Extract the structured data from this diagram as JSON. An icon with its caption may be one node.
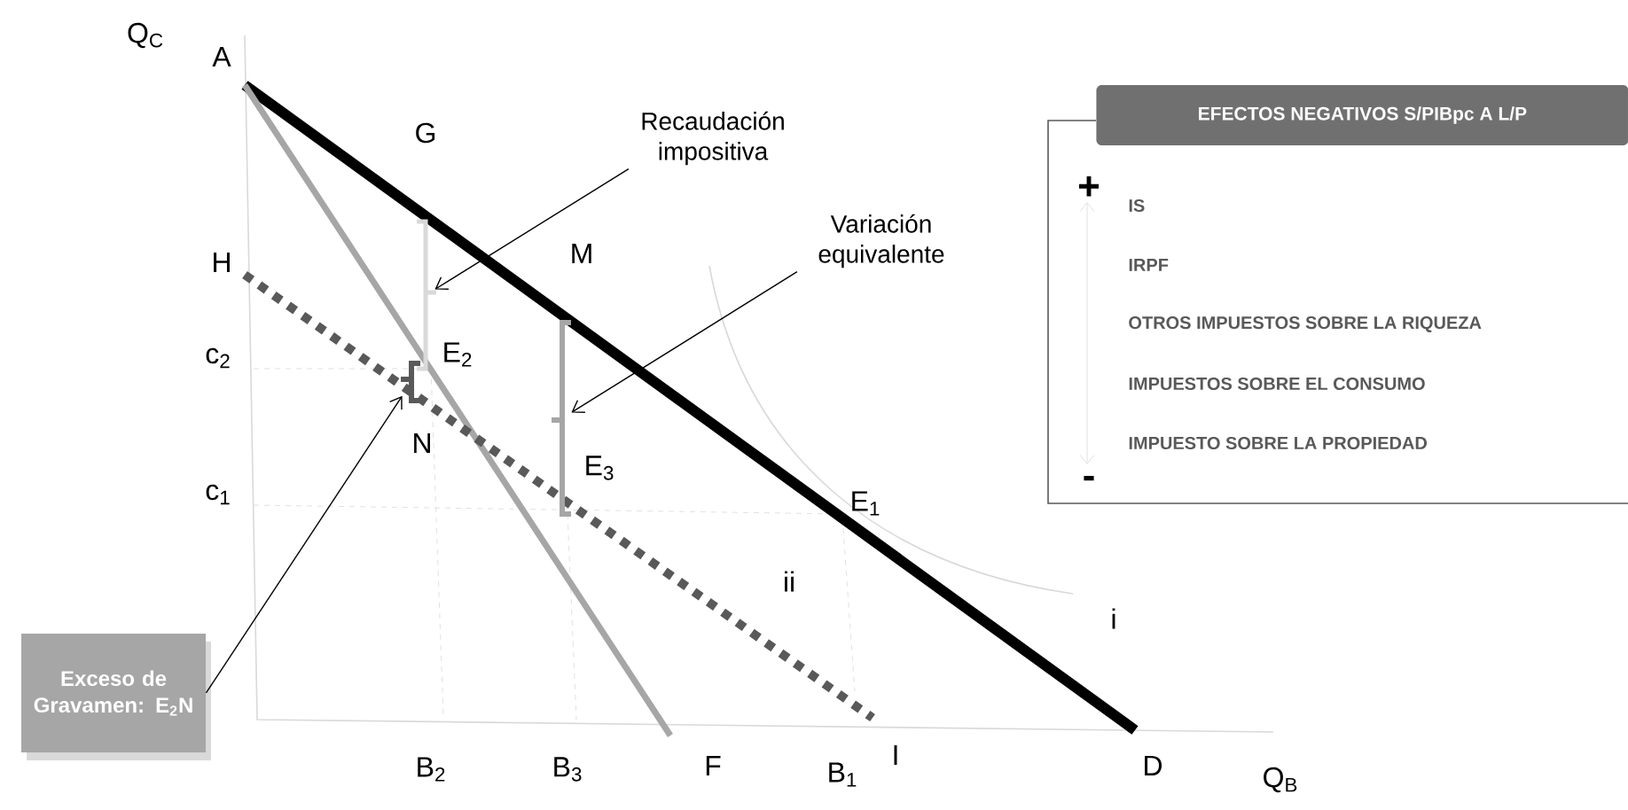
{
  "diagram": {
    "nodes": [
      {
        "text": [
          "Recaudación impositiva"
        ]
      },
      {
        "text": [],
        "shape": "brace"
      },
      {
        "text": [
          "Variación equivalente"
        ]
      },
      {
        "text": [],
        "shape": "brace"
      },
      {
        "text": [
          "Exceso de Gravamen: E$_{2}$N"
        ]
      },
      {
        "text": [],
        "shape": "brace"
      },
      {
        "text": [
          "EFECTOS NEGATIVOS S/PIBpc A L/P",
          "IS",
          "IRPF",
          "OTROS IMPUESTOS SOBRE LA RIQUEZA",
          "IMPUESTOS SOBRE EL CONSUMO",
          "IMPUESTO SOBRE LA PROPIEDAD"
        ]
      }
    ],
    "edges": [
      {
        "from": 0,
        "to": 1,
        "arrow": "to"
      },
      {
        "from": 2,
        "to": 3,
        "arrow": "to"
      },
      {
        "from": 4,
        "to": 5,
        "arrow": "to"
      }
    ],
    "labels": [
      "Q$_{C}$",
      "A",
      "G",
      "H",
      "M",
      "c$_{2}$",
      "E$_{2}$",
      "N",
      "E$_{3}$",
      "c$_{1}$",
      "E$_{1}$",
      "ii",
      "i",
      "B$_{2}$",
      "B$_{3}$",
      "F",
      "B$_{1}$",
      "I",
      "D",
      "Q$_{B}$",
      "+",
      "-"
    ]
  }
}
